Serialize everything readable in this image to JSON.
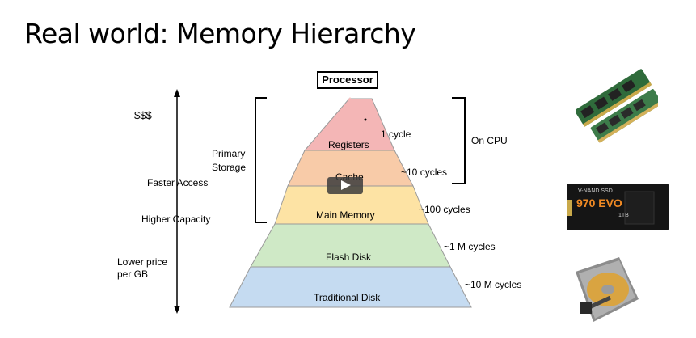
{
  "title": "Real world: Memory Hierarchy",
  "processor_label": "Processor",
  "left_labels": {
    "cost": "$$$",
    "faster_access": "Faster Access",
    "higher_capacity": "Higher Capacity",
    "lower_price_line1": "Lower price",
    "lower_price_line2": "per GB"
  },
  "primary_storage_line1": "Primary",
  "primary_storage_line2": "Storage",
  "on_cpu": "On CPU",
  "levels": [
    {
      "name": "Registers",
      "latency": "1 cycle",
      "color": "#f4b6b6"
    },
    {
      "name": "Cache",
      "latency": "~10 cycles",
      "color": "#f8cba8"
    },
    {
      "name": "Main Memory",
      "latency": "~100 cycles",
      "color": "#fde3a4"
    },
    {
      "name": "Flash Disk",
      "latency": "~1 M cycles",
      "color": "#cfe9c6"
    },
    {
      "name": "Traditional Disk",
      "latency": "~10 M cycles",
      "color": "#c5dbf1"
    }
  ],
  "ssd_label_brand": "V-NAND SSD",
  "ssd_label_model": "970 EVO",
  "ssd_label_capacity": "1TB"
}
